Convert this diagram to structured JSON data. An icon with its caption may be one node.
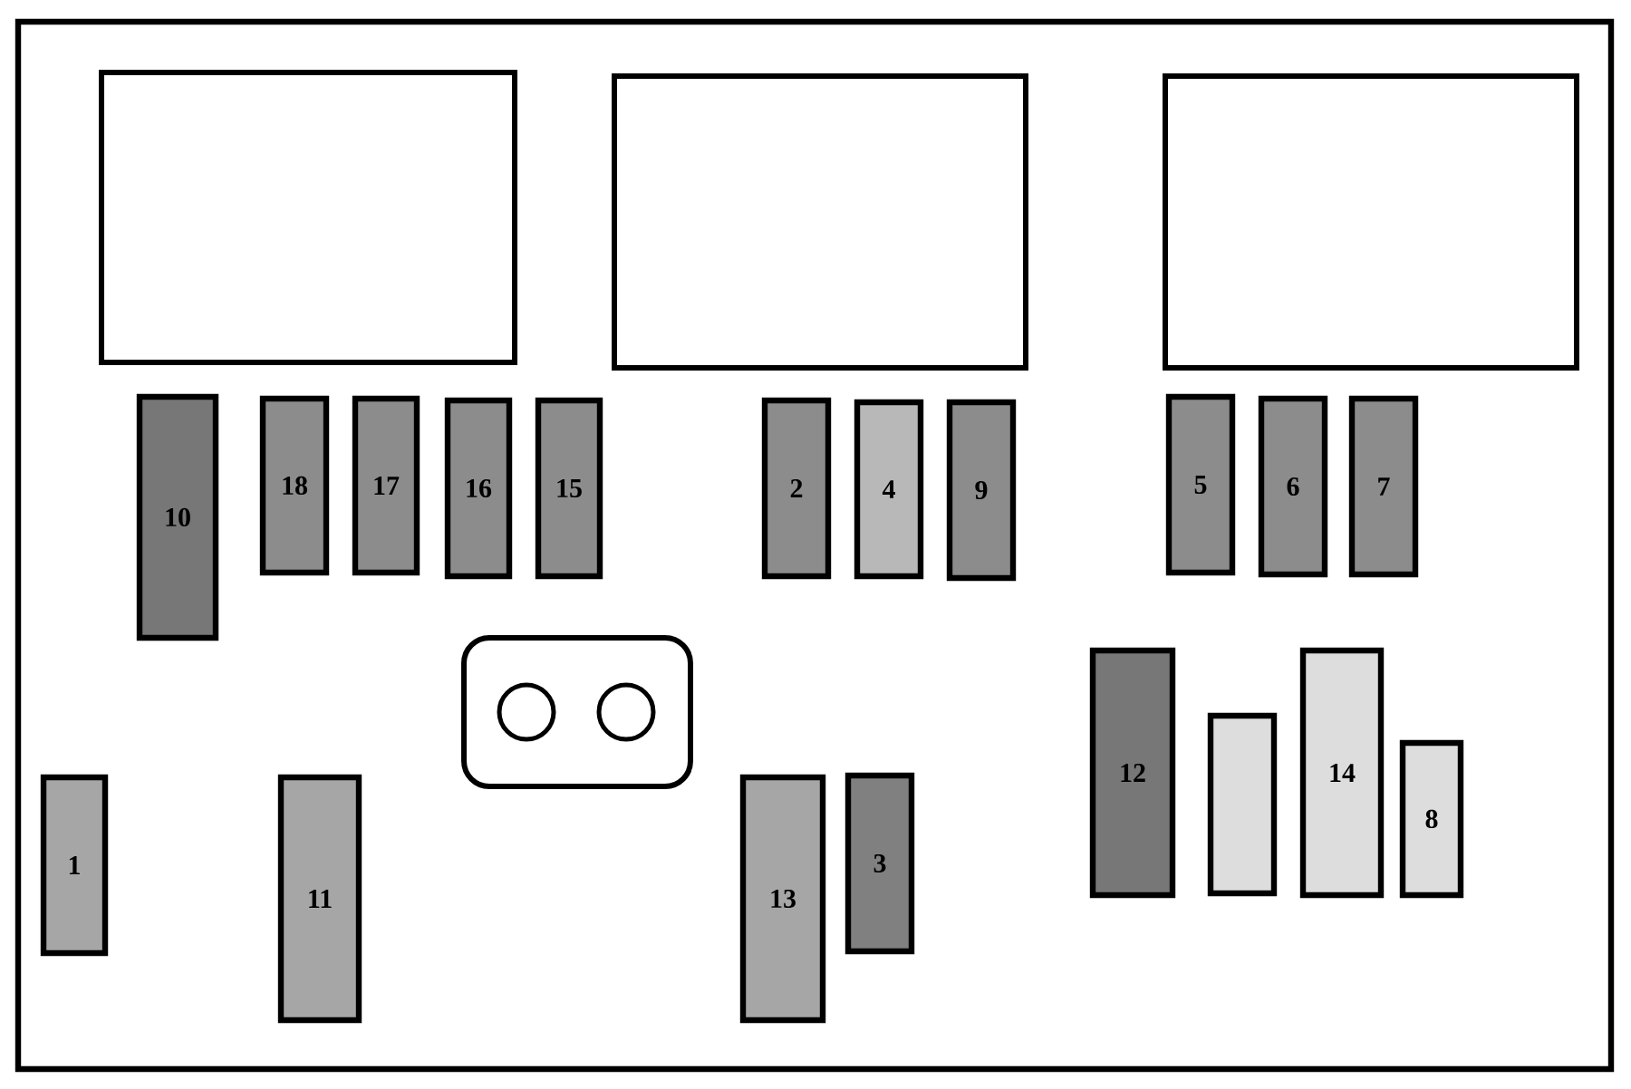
{
  "diagram": {
    "nodes": [
      {
        "text": [],
        "shape": "box"
      },
      {
        "text": [],
        "shape": "box",
        "in": 0
      },
      {
        "text": [],
        "shape": "box",
        "in": 0
      },
      {
        "text": [],
        "shape": "box",
        "in": 0
      },
      {
        "text": [
          "10"
        ],
        "in": 0
      },
      {
        "text": [
          "18"
        ],
        "in": 0
      },
      {
        "text": [
          "17"
        ],
        "in": 0
      },
      {
        "text": [
          "16"
        ],
        "in": 0
      },
      {
        "text": [
          "15"
        ],
        "in": 0
      },
      {
        "text": [
          "2"
        ],
        "in": 0
      },
      {
        "text": [
          "4"
        ],
        "in": 0
      },
      {
        "text": [
          "9"
        ],
        "in": 0
      },
      {
        "text": [
          "5"
        ],
        "in": 0
      },
      {
        "text": [
          "6"
        ],
        "in": 0
      },
      {
        "text": [
          "7"
        ],
        "in": 0
      },
      {
        "text": [],
        "shape": "box",
        "in": 0
      },
      {
        "text": [
          "1"
        ],
        "in": 0
      },
      {
        "text": [
          "11"
        ],
        "in": 0
      },
      {
        "text": [
          "13"
        ],
        "in": 0
      },
      {
        "text": [
          "3"
        ],
        "in": 0
      },
      {
        "text": [
          "12"
        ],
        "in": 0
      },
      {
        "text": [],
        "shape": "box",
        "in": 0
      },
      {
        "text": [
          "14"
        ],
        "in": 0
      },
      {
        "text": [
          "8"
        ],
        "in": 0
      }
    ]
  }
}
